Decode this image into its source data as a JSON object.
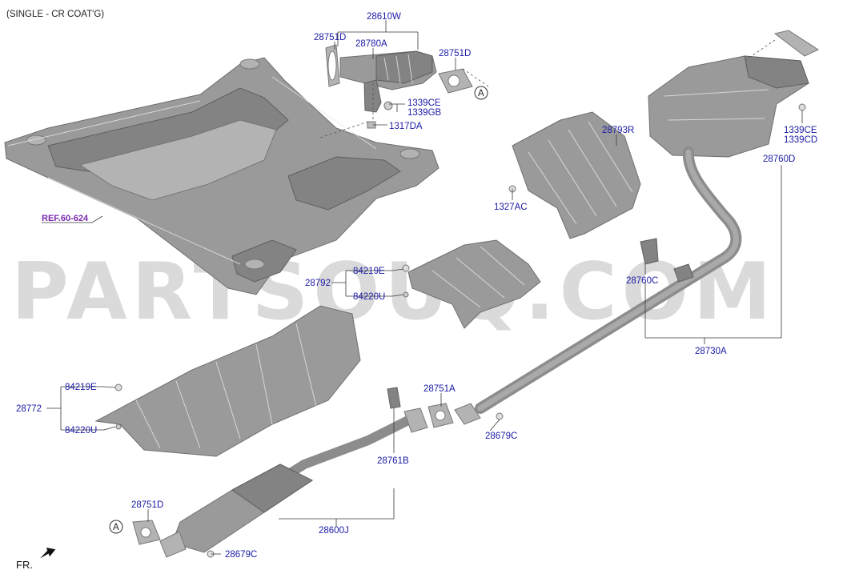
{
  "header": {
    "title": "(SINGLE - CR COAT'G)"
  },
  "reference": {
    "text": "REF.60-624"
  },
  "orientation": {
    "text": "FR."
  },
  "watermark": {
    "text": "PARTSOUQ.COM"
  },
  "connector_marker": {
    "letter": "A"
  },
  "part_labels": {
    "p28610W": "28610W",
    "p28751D_top_left": "28751D",
    "p28780A": "28780A",
    "p28751D_top_right": "28751D",
    "p1339CE_upper": "1339CE",
    "p1339GB": "1339GB",
    "p1317DA": "1317DA",
    "p28793R": "28793R",
    "p1327AC": "1327AC",
    "p1339CE_right": "1339CE",
    "p1339CD": "1339CD",
    "p28760D": "28760D",
    "p84219E_mid": "84219E",
    "p28792": "28792",
    "p84220U_mid": "84220U",
    "p28760C": "28760C",
    "p28730A": "28730A",
    "p84219E_left": "84219E",
    "p28772": "28772",
    "p84220U_left": "84220U",
    "p28751A": "28751A",
    "p28679C_mid": "28679C",
    "p28761B": "28761B",
    "p28751D_bottom": "28751D",
    "p28600J": "28600J",
    "p28679C_bottom": "28679C"
  }
}
